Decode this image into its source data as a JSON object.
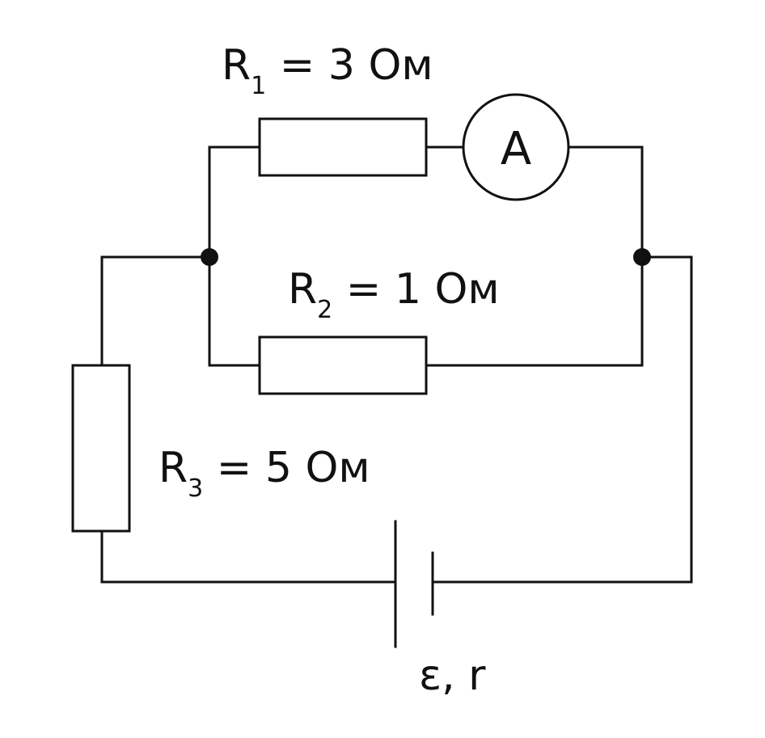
{
  "labels": {
    "r1": {
      "symbol": "R",
      "sub": "1",
      "value": " = 3 Ом"
    },
    "r2": {
      "symbol": "R",
      "sub": "2",
      "value": " = 1 Ом"
    },
    "r3": {
      "symbol": "R",
      "sub": "3",
      "value": " = 5 Ом"
    },
    "ammeter": "A",
    "battery": "ε, r"
  },
  "colors": {
    "line": "#111111",
    "background": "#ffffff"
  }
}
